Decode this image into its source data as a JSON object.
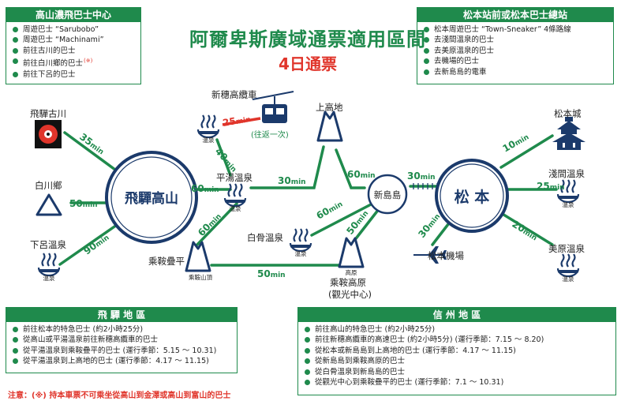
{
  "title": "阿爾卑斯廣域通票適用區間",
  "subtitle": "4日通票",
  "top_left_box": {
    "heading": "高山濃飛巴士中心",
    "items": [
      {
        "text": "周遊巴士 “Sarubobo”",
        "mark": ""
      },
      {
        "text": "周遊巴士 “Machinami”",
        "mark": ""
      },
      {
        "text": "前往古川的巴士",
        "mark": ""
      },
      {
        "text": "前往白川鄉的巴士",
        "mark": "(※)"
      },
      {
        "text": "前往下呂的巴士",
        "mark": ""
      }
    ]
  },
  "top_right_box": {
    "heading": "松本站前或松本巴士總站",
    "items": [
      "松本周遊巴士 “Town-Sneaker” 4條路線",
      "去淺間溫泉的巴士",
      "去美原溫泉的巴士",
      "去機場的巴士",
      "去新島島的電車"
    ]
  },
  "bottom_left_box": {
    "heading": "飛 驒 地 區",
    "items": [
      "前往松本的特急巴士 (約2小時25分)",
      "從高山或平湯溫泉前往新穗高纜車的巴士",
      "從平湯溫泉到乘鞍疊平的巴士 (運行季節：5.15 ～ 10.31)",
      "從平湯溫泉到上高地的巴士 (運行季節：4.17 ～ 11.15)"
    ]
  },
  "bottom_right_box": {
    "heading": "信 州 地 區",
    "items": [
      "前往高山的特急巴士 (約2小時25分)",
      "前往新穗高纜車的高速巴士 (約2小時5分) (運行季節：7.15 ～ 8.20)",
      "從松本或新島島到上高地的巴士 (運行季節：4.17 ～ 11.15)",
      "從新島島到乘鞍高原的巴士",
      "從白骨溫泉到新島島的巴士",
      "從觀光中心到乘鞍疊平的巴士 (運行季節：7.1 ～ 10.31)"
    ]
  },
  "places": {
    "hida_takayama": "飛驒高山",
    "matsumoto": "松 本",
    "shin_shimashima": "新島島",
    "hida_furukawa": "飛驒古川",
    "shirakawago": "白川鄉",
    "gero_onsen": "下呂溫泉",
    "gero_onsen_tag": "溫泉",
    "shinhotaka": "新穗高纜車",
    "shinhotaka_tag": "溫泉",
    "roundtrip": "(往返一次)",
    "hirayu": "平湯溫泉",
    "hirayu_tag": "溫泉",
    "kamikochi": "上高地",
    "shirahone": "白骨溫泉",
    "shirahone_tag": "溫泉",
    "norikura_kogen": "乘鞍高原",
    "kogen_tag": "高原",
    "kanko_center": "(觀光中心)",
    "norikura_tatamidaira": "乘鞍疊平",
    "norikura_peak": "乘鞍山頂",
    "matsumoto_castle": "松本城",
    "asama_onsen": "淺間溫泉",
    "asama_tag": "溫泉",
    "utsukushigahara": "美原溫泉",
    "utsukushigahara_tag": "溫泉",
    "airport": "松本機場"
  },
  "times": {
    "furukawa": "35",
    "shirakawa": "50",
    "gero": "90",
    "cable": "25",
    "shinhotaka_hirayu": "40",
    "takayama_hirayu": "60",
    "hirayu_kamikochi": "30",
    "kamikochi_shima": "60",
    "shima_matsumoto": "30",
    "hirayu_norikura": "60",
    "norikura_kogen": "50",
    "shirahone_shima": "60",
    "kogen_shima": "50",
    "castle": "10",
    "asama": "25",
    "utsukushi": "20",
    "airport": "30"
  },
  "unit": "min",
  "note": "注意：(※) 持本車票不可乘坐從高山到金澤或高山到富山的巴士",
  "colors": {
    "green": "#1f8a4c",
    "red": "#e0352b",
    "navy": "#1b3a6b"
  }
}
